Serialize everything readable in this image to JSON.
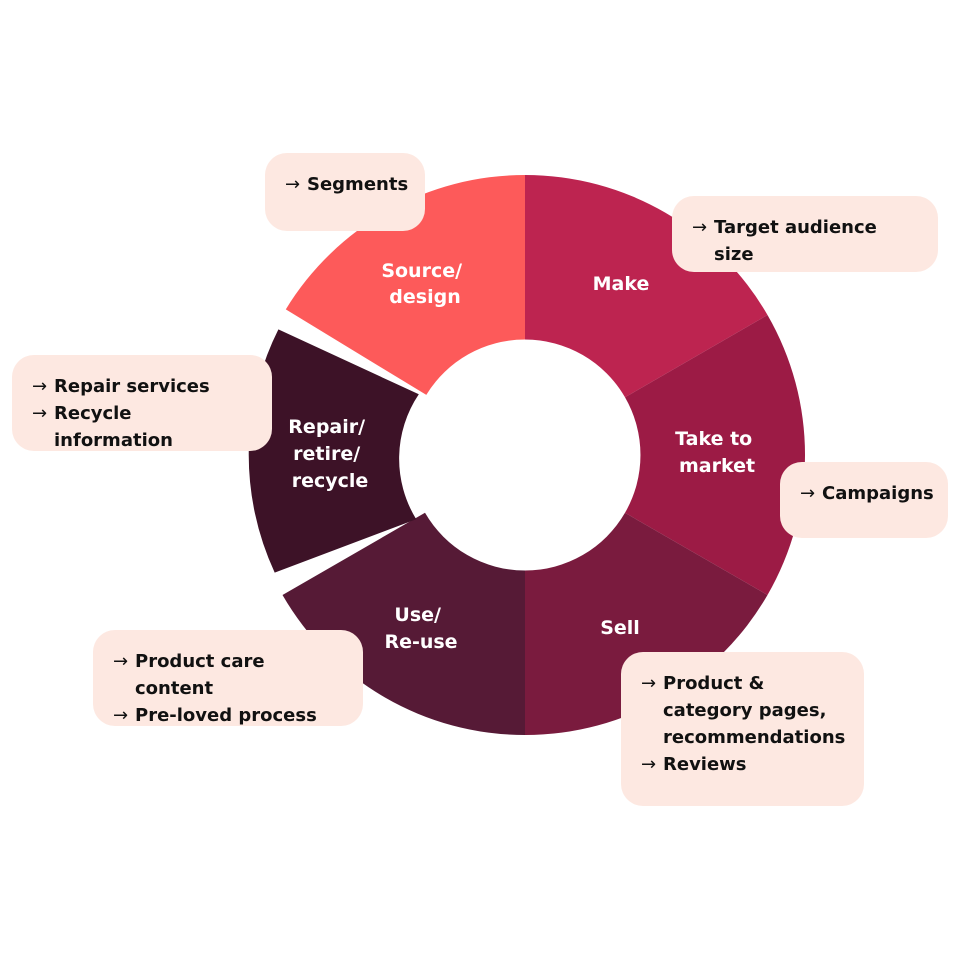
{
  "arrow_glyph": "→",
  "colors": {
    "callout_bg": "#fde8e1",
    "source_design": "#fd5a5a",
    "make": "#bd2450",
    "take_to_market": "#9c1b45",
    "sell": "#7a1b3e",
    "use_reuse": "#561a36",
    "repair_retire_recycle": "#3d1227"
  },
  "wheel": {
    "segments": [
      {
        "key": "source_design",
        "label_lines": [
          "Source/",
          "design"
        ]
      },
      {
        "key": "make",
        "label_lines": [
          "Make"
        ]
      },
      {
        "key": "take_to_market",
        "label_lines": [
          "Take to",
          "market"
        ]
      },
      {
        "key": "sell",
        "label_lines": [
          "Sell"
        ]
      },
      {
        "key": "use_reuse",
        "label_lines": [
          "Use/",
          "Re-use"
        ]
      },
      {
        "key": "repair_retire_recycle",
        "label_lines": [
          "Repair/",
          "retire/",
          "recycle"
        ]
      }
    ]
  },
  "callouts": {
    "source_design": [
      "Segments"
    ],
    "make": [
      "Target audience size"
    ],
    "take_to_market": [
      "Campaigns"
    ],
    "sell": [
      "Product &\ncategory pages,\nrecommendations",
      "Reviews"
    ],
    "use_reuse": [
      "Product care content",
      "Pre-loved process"
    ],
    "repair_retire_recycle": [
      "Repair services",
      "Recycle information"
    ]
  }
}
